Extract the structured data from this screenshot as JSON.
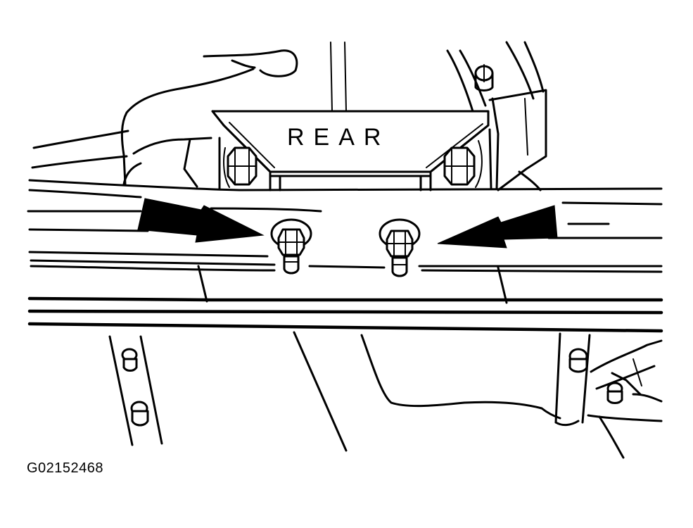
{
  "diagram": {
    "part_label": "REAR",
    "figure_code": "G02152468",
    "line_color": "#000000",
    "background_color": "#ffffff",
    "callouts": [
      {
        "name": "left-arrow",
        "points_to": "left-bolt",
        "icon": "arrow-right-icon"
      },
      {
        "name": "right-arrow",
        "points_to": "right-bolt",
        "icon": "arrow-left-icon"
      }
    ]
  }
}
